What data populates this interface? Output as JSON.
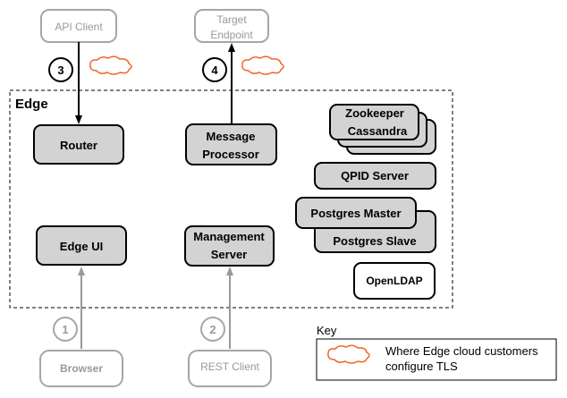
{
  "external": {
    "api_client": "API Client",
    "target_endpoint_line1": "Target",
    "target_endpoint_line2": "Endpoint",
    "browser": "Browser",
    "rest_client": "REST Client"
  },
  "steps": {
    "s1": "1",
    "s2": "2",
    "s3": "3",
    "s4": "4"
  },
  "edge": {
    "title": "Edge",
    "router": "Router",
    "message_processor_line1": "Message",
    "message_processor_line2": "Processor",
    "edge_ui": "Edge UI",
    "management_server_line1": "Management",
    "management_server_line2": "Server",
    "zookeeper": "Zookeeper",
    "cassandra": "Cassandra",
    "qpid_server": "QPID Server",
    "postgres_master": "Postgres Master",
    "postgres_slave": "Postgres Slave",
    "openldap": "OpenLDAP"
  },
  "key": {
    "title": "Key",
    "line1": "Where Edge cloud customers",
    "line2": "configure TLS"
  },
  "colors": {
    "component_fill": "#d3d3d3",
    "component_stroke": "#000000",
    "external_stroke": "#a6a6a6",
    "external_text": "#999999",
    "cloud_stroke": "#f26522",
    "muted_arrow": "#999999"
  }
}
